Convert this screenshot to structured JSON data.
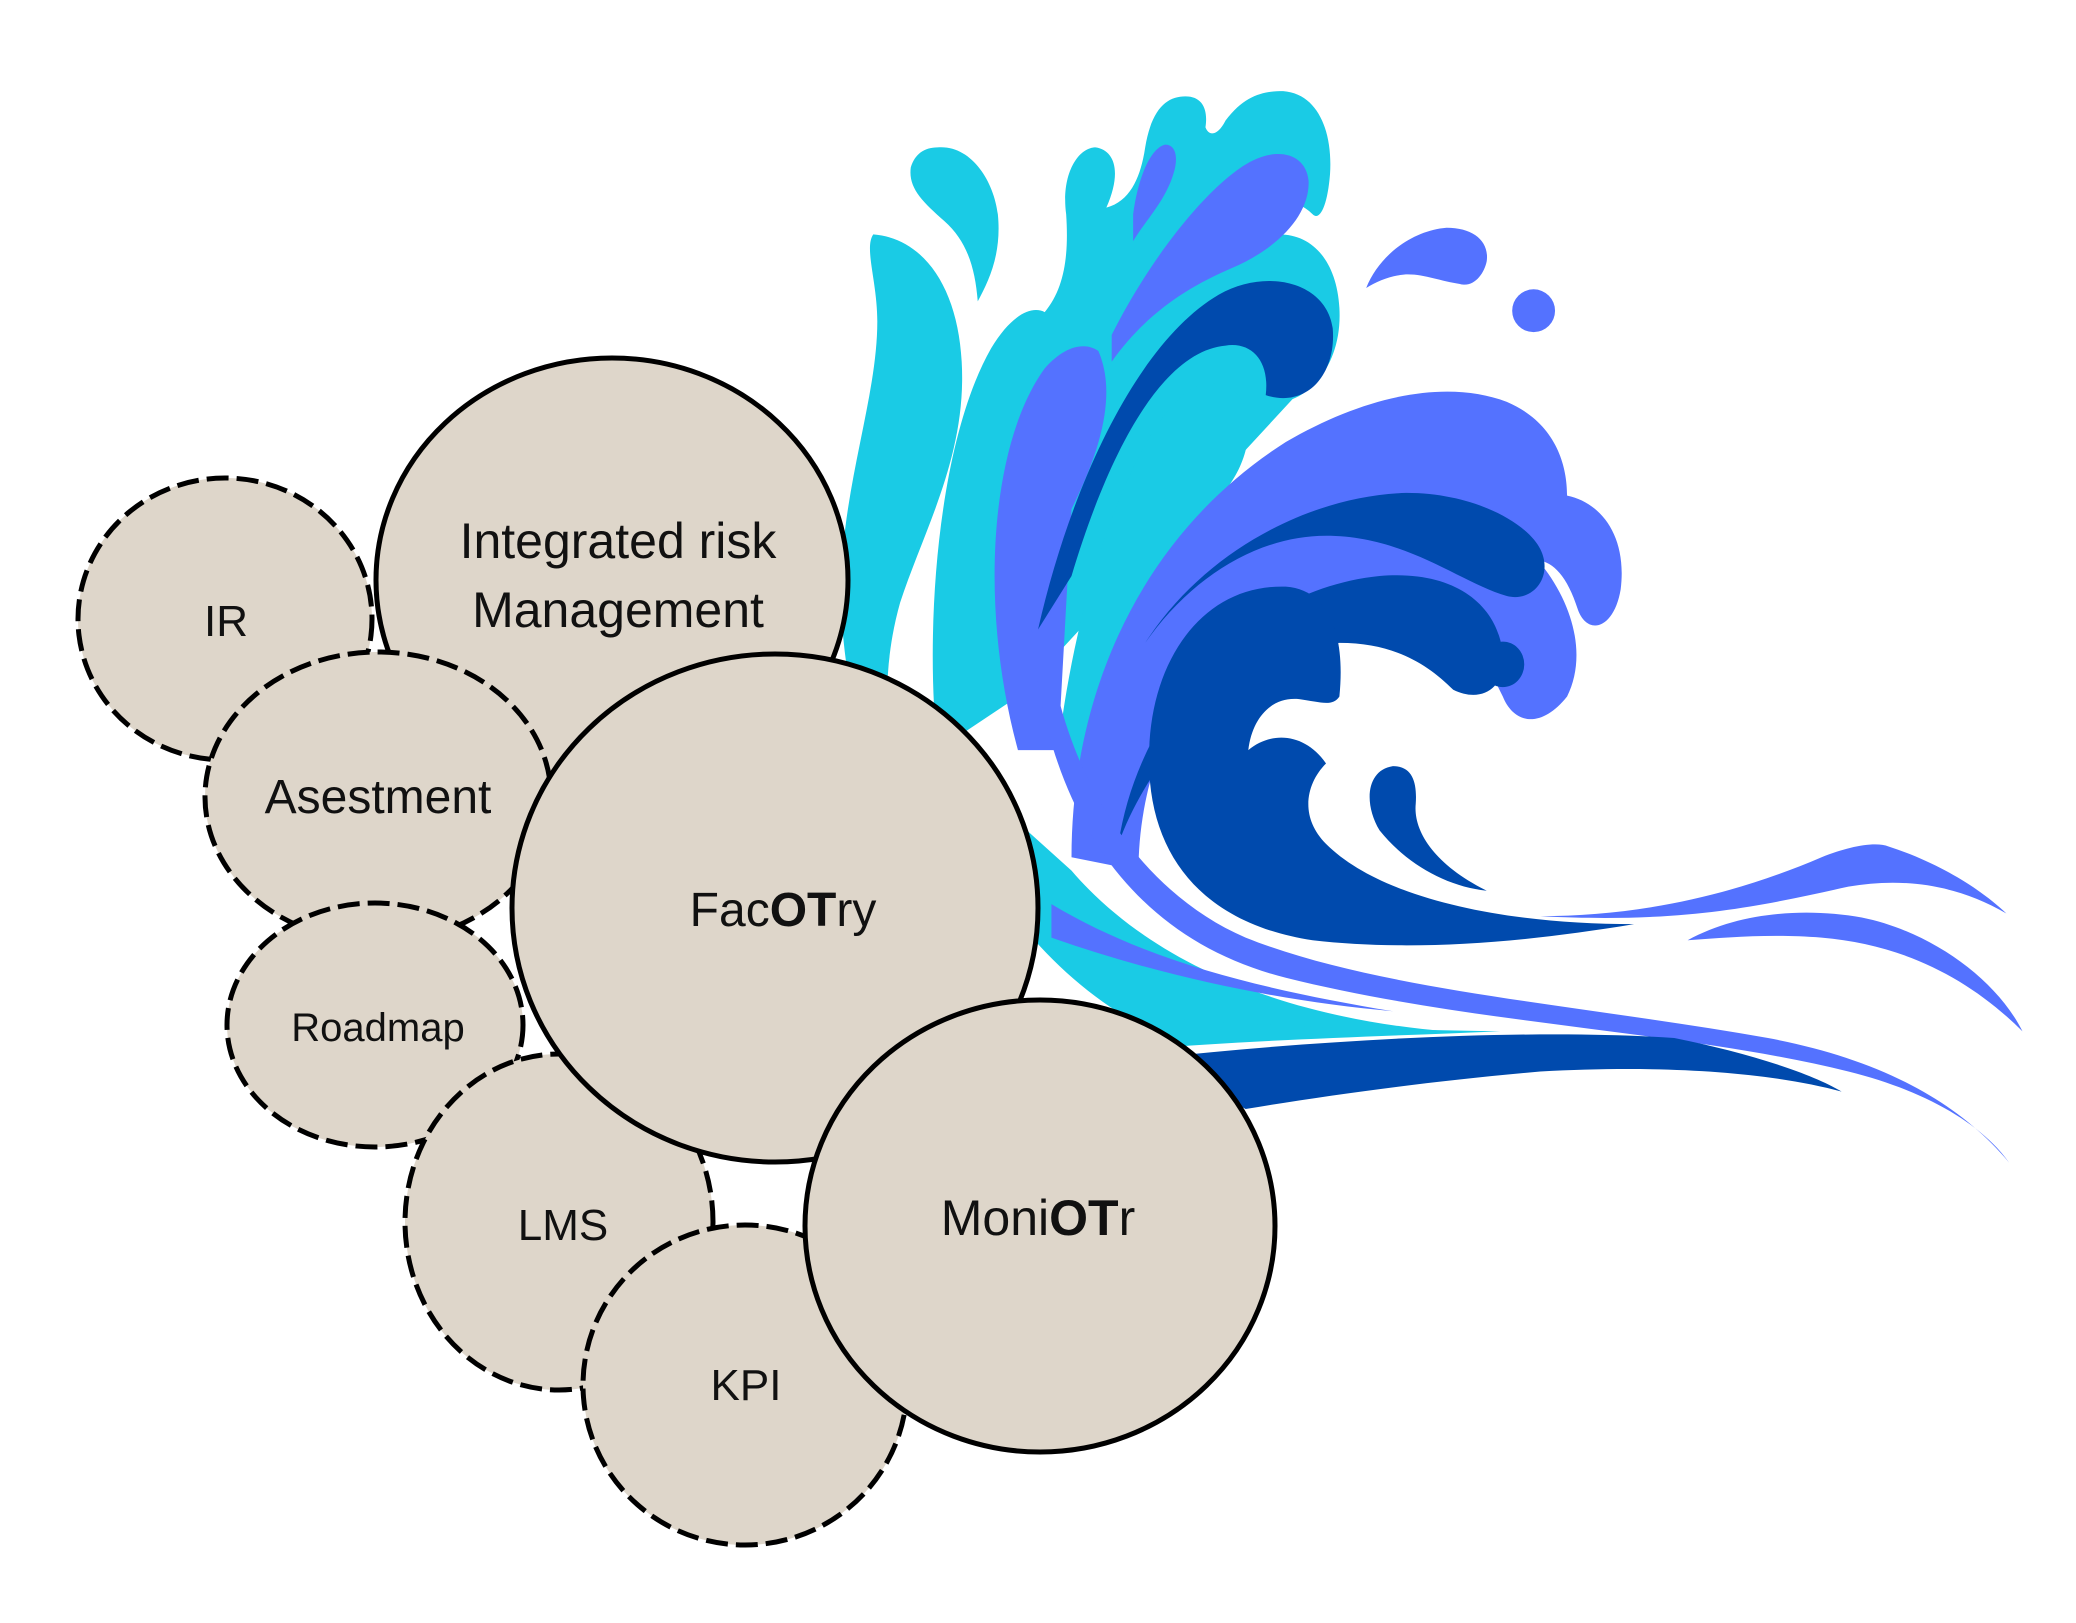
{
  "diagram": {
    "title": "",
    "colors": {
      "bubble_fill": "#DED6CA",
      "outline": "#000000",
      "wave_cyan": "#1ACBE5",
      "wave_blue": "#5472FF",
      "wave_dark_blue": "#004AAD"
    },
    "bubbles": [
      {
        "id": "ir",
        "label_parts": [
          {
            "text": "IR",
            "bold": false
          }
        ],
        "border": "dashed"
      },
      {
        "id": "integrated-risk-management",
        "label_lines": [
          "Integrated risk",
          "Management"
        ],
        "border": "solid"
      },
      {
        "id": "asestment",
        "label_parts": [
          {
            "text": "Asestment",
            "bold": false
          }
        ],
        "border": "dashed"
      },
      {
        "id": "factory",
        "label_parts": [
          {
            "text": "Fac",
            "bold": false
          },
          {
            "text": "OT",
            "bold": true
          },
          {
            "text": "ry",
            "bold": false
          }
        ],
        "border": "solid"
      },
      {
        "id": "roadmap",
        "label_parts": [
          {
            "text": "Roadmap",
            "bold": false
          }
        ],
        "border": "dashed"
      },
      {
        "id": "lms",
        "label_parts": [
          {
            "text": "LMS",
            "bold": false
          }
        ],
        "border": "dashed"
      },
      {
        "id": "monitor",
        "label_parts": [
          {
            "text": "Moni",
            "bold": false
          },
          {
            "text": "OT",
            "bold": true
          },
          {
            "text": "r",
            "bold": false
          }
        ],
        "border": "solid"
      },
      {
        "id": "kpi",
        "label_parts": [
          {
            "text": "KPI",
            "bold": false
          }
        ],
        "border": "dashed"
      }
    ],
    "decoration": "splash-wave-illustration"
  }
}
